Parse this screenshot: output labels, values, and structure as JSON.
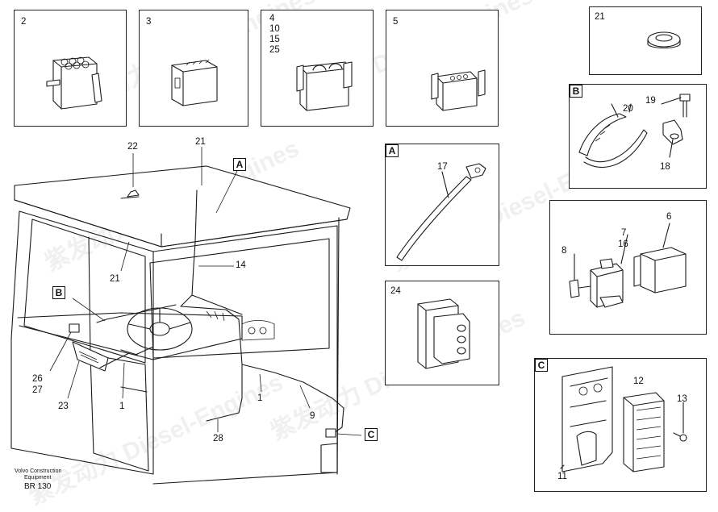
{
  "boxes": {
    "b2": {
      "labels": [
        "2"
      ]
    },
    "b3": {
      "labels": [
        "3"
      ]
    },
    "b4": {
      "labels": [
        "4",
        "10",
        "15",
        "25"
      ]
    },
    "b5": {
      "labels": [
        "5"
      ]
    },
    "b21": {
      "labels": [
        "21"
      ]
    },
    "bB": {
      "tag": "B",
      "labels": [
        "20",
        "19",
        "18"
      ]
    },
    "bA": {
      "tag": "A",
      "labels": [
        "17"
      ]
    },
    "b678": {
      "labels": [
        "7",
        "16",
        "6",
        "8"
      ]
    },
    "b24": {
      "labels": [
        "24"
      ]
    },
    "bC": {
      "tag": "C",
      "labels": [
        "12",
        "13",
        "11"
      ]
    }
  },
  "main": {
    "tags": {
      "A": "A",
      "B": "B",
      "C": "C"
    },
    "labels": {
      "l22": "22",
      "l21a": "21",
      "l21b": "21",
      "l14": "14",
      "l26": "26",
      "l27": "27",
      "l23": "23",
      "l1a": "1",
      "l1b": "1",
      "l9": "9",
      "l28": "28"
    }
  },
  "watermark": {
    "brand": "紫发动力",
    "sub": "Diesel-Engines"
  },
  "footer": {
    "line1": "Volvo Construction",
    "line2": "Equipment",
    "code": "BR 130"
  }
}
